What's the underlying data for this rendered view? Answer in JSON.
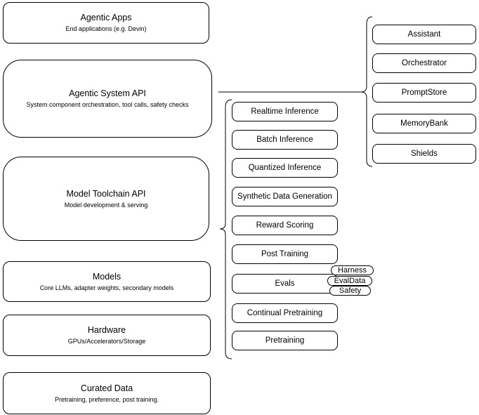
{
  "left_stack": [
    {
      "title": "Agentic Apps",
      "subtitle": "End applications (e.g. Devin)"
    },
    {
      "title": "Agentic System API",
      "subtitle": "System component orchestration, tool calls, safety checks"
    },
    {
      "title": "Model Toolchain API",
      "subtitle": "Model development & serving"
    },
    {
      "title": "Models",
      "subtitle": "Core LLMs, adapter weights, secondary models"
    },
    {
      "title": "Hardware",
      "subtitle": "GPUs/Accelerators/Storage"
    },
    {
      "title": "Curated Data",
      "subtitle": "Pretraining, preference, post training."
    }
  ],
  "toolchain_items": [
    "Realtime Inference",
    "Batch Inference",
    "Quantized Inference",
    "Synthetic Data Generation",
    "Reward Scoring",
    "Post Training",
    "Evals",
    "Continual Pretraining",
    "Pretraining"
  ],
  "eval_pills": [
    "Harness",
    "EvalData",
    "Safety"
  ],
  "system_components": [
    "Assistant",
    "Orchestrator",
    "PromptStore",
    "MemoryBank",
    "Shields"
  ],
  "colors": {
    "stroke": "#000000",
    "background": "#ffffff",
    "text": "#000000"
  }
}
